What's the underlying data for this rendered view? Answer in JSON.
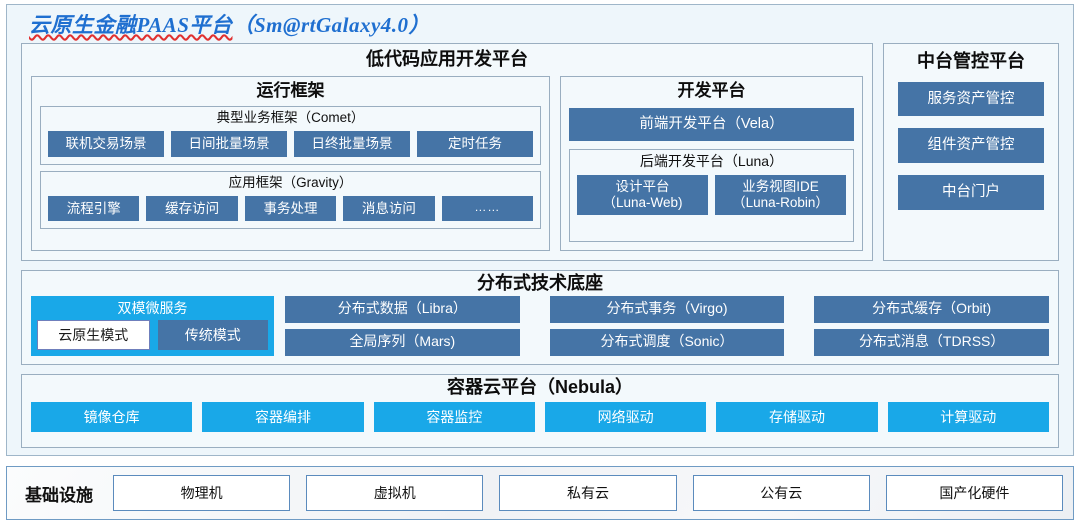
{
  "title": {
    "cn": "云原生金融PAAS平台",
    "en": "（Sm@rtGalaxy4.0）"
  },
  "lowcode": {
    "heading": "低代码应用开发平台",
    "runtime": {
      "heading": "运行框架",
      "comet": {
        "heading": "典型业务框架（Comet）",
        "items": [
          "联机交易场景",
          "日间批量场景",
          "日终批量场景",
          "定时任务"
        ]
      },
      "gravity": {
        "heading": "应用框架（Gravity）",
        "items": [
          "流程引擎",
          "缓存访问",
          "事务处理",
          "消息访问",
          "……"
        ]
      }
    },
    "devplatform": {
      "heading": "开发平台",
      "frontend": "前端开发平台（Vela）",
      "backend": {
        "heading": "后端开发平台（Luna）",
        "items": [
          "设计平台\n（Luna-Web)",
          "业务视图IDE\n（Luna-Robin）"
        ]
      }
    }
  },
  "midplatform": {
    "heading": "中台管控平台",
    "items": [
      "服务资产管控",
      "组件资产管控",
      "中台门户"
    ]
  },
  "techbase": {
    "heading": "分布式技术底座",
    "dualmode": {
      "title": "双模微服务",
      "modes": [
        "云原生模式",
        "传统模式"
      ]
    },
    "items": [
      "分布式数据（Libra）",
      "分布式事务（Virgo)",
      "分布式缓存（Orbit)",
      "全局序列（Mars)",
      "分布式调度（Sonic）",
      "分布式消息（TDRSS）"
    ]
  },
  "container": {
    "heading": "容器云平台（Nebula）",
    "items": [
      "镜像仓库",
      "容器编排",
      "容器监控",
      "网络驱动",
      "存储驱动",
      "计算驱动"
    ]
  },
  "infrastructure": {
    "label": "基础设施",
    "items": [
      "物理机",
      "虚拟机",
      "私有云",
      "公有云",
      "国产化硬件"
    ]
  },
  "colors": {
    "blue_chip": "#4574a6",
    "cyan_chip": "#19a8e8",
    "title_blue": "#1f6fd0",
    "spell_error_red": "#e03030",
    "panel_bg": "#f3f9fc",
    "frame_bg": "#eef6fb",
    "border": "#9aaec0"
  }
}
